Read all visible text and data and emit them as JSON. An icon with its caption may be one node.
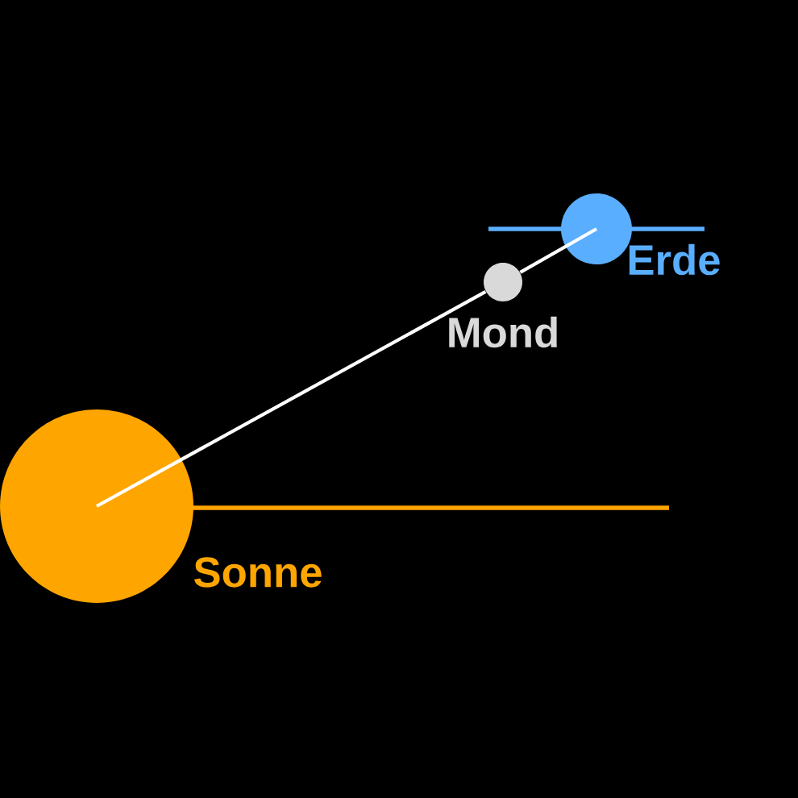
{
  "diagram": {
    "nodes": [
      {
        "text": [
          "Erde"
        ]
      },
      {
        "text": [
          "Mond"
        ]
      },
      {
        "text": [
          "Sonne"
        ]
      }
    ],
    "edges": [
      {
        "from": 2,
        "to": 1,
        "arrow": "none"
      },
      {
        "from": 1,
        "to": 0,
        "arrow": "none"
      }
    ]
  }
}
